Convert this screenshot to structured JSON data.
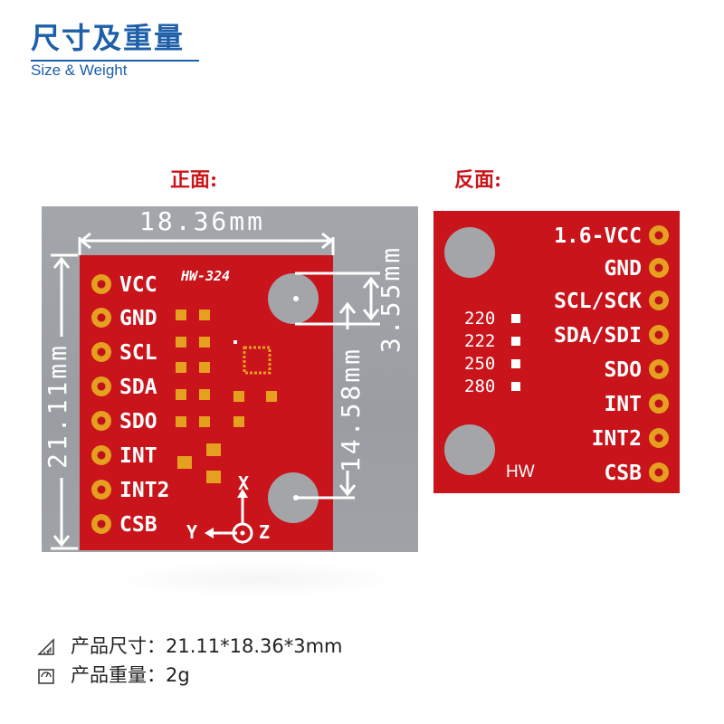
{
  "header": {
    "title": "尺寸及重量",
    "subtitle": "Size & Weight"
  },
  "front": {
    "label": "正面:",
    "model": "HW-324",
    "pins": [
      "VCC",
      "GND",
      "SCL",
      "SDA",
      "SDO",
      "INT",
      "INT2",
      "CSB"
    ],
    "dims": {
      "width": "18.36mm",
      "height": "21.11mm",
      "hole_gap": "3.55mm",
      "hole_span": "14.58mm"
    },
    "axes": {
      "x": "X",
      "y": "Y",
      "z": "Z"
    }
  },
  "back": {
    "label": "反面:",
    "pins": [
      "1.6-VCC",
      "GND",
      "SCL/SCK",
      "SDA/SDI",
      "SDO",
      "INT",
      "INT2",
      "CSB"
    ],
    "options": [
      "220",
      "222",
      "250",
      "280"
    ],
    "mark": "HW"
  },
  "specs": [
    {
      "icon": "ruler-icon",
      "text": "产品尺寸：21.11*18.36*3mm"
    },
    {
      "icon": "scale-icon",
      "text": "产品重量：2g"
    }
  ],
  "colors": {
    "brand": "#1d5fa8",
    "label": "#c9151b",
    "pcb": "#c8141a",
    "pad": "#e6a020"
  }
}
